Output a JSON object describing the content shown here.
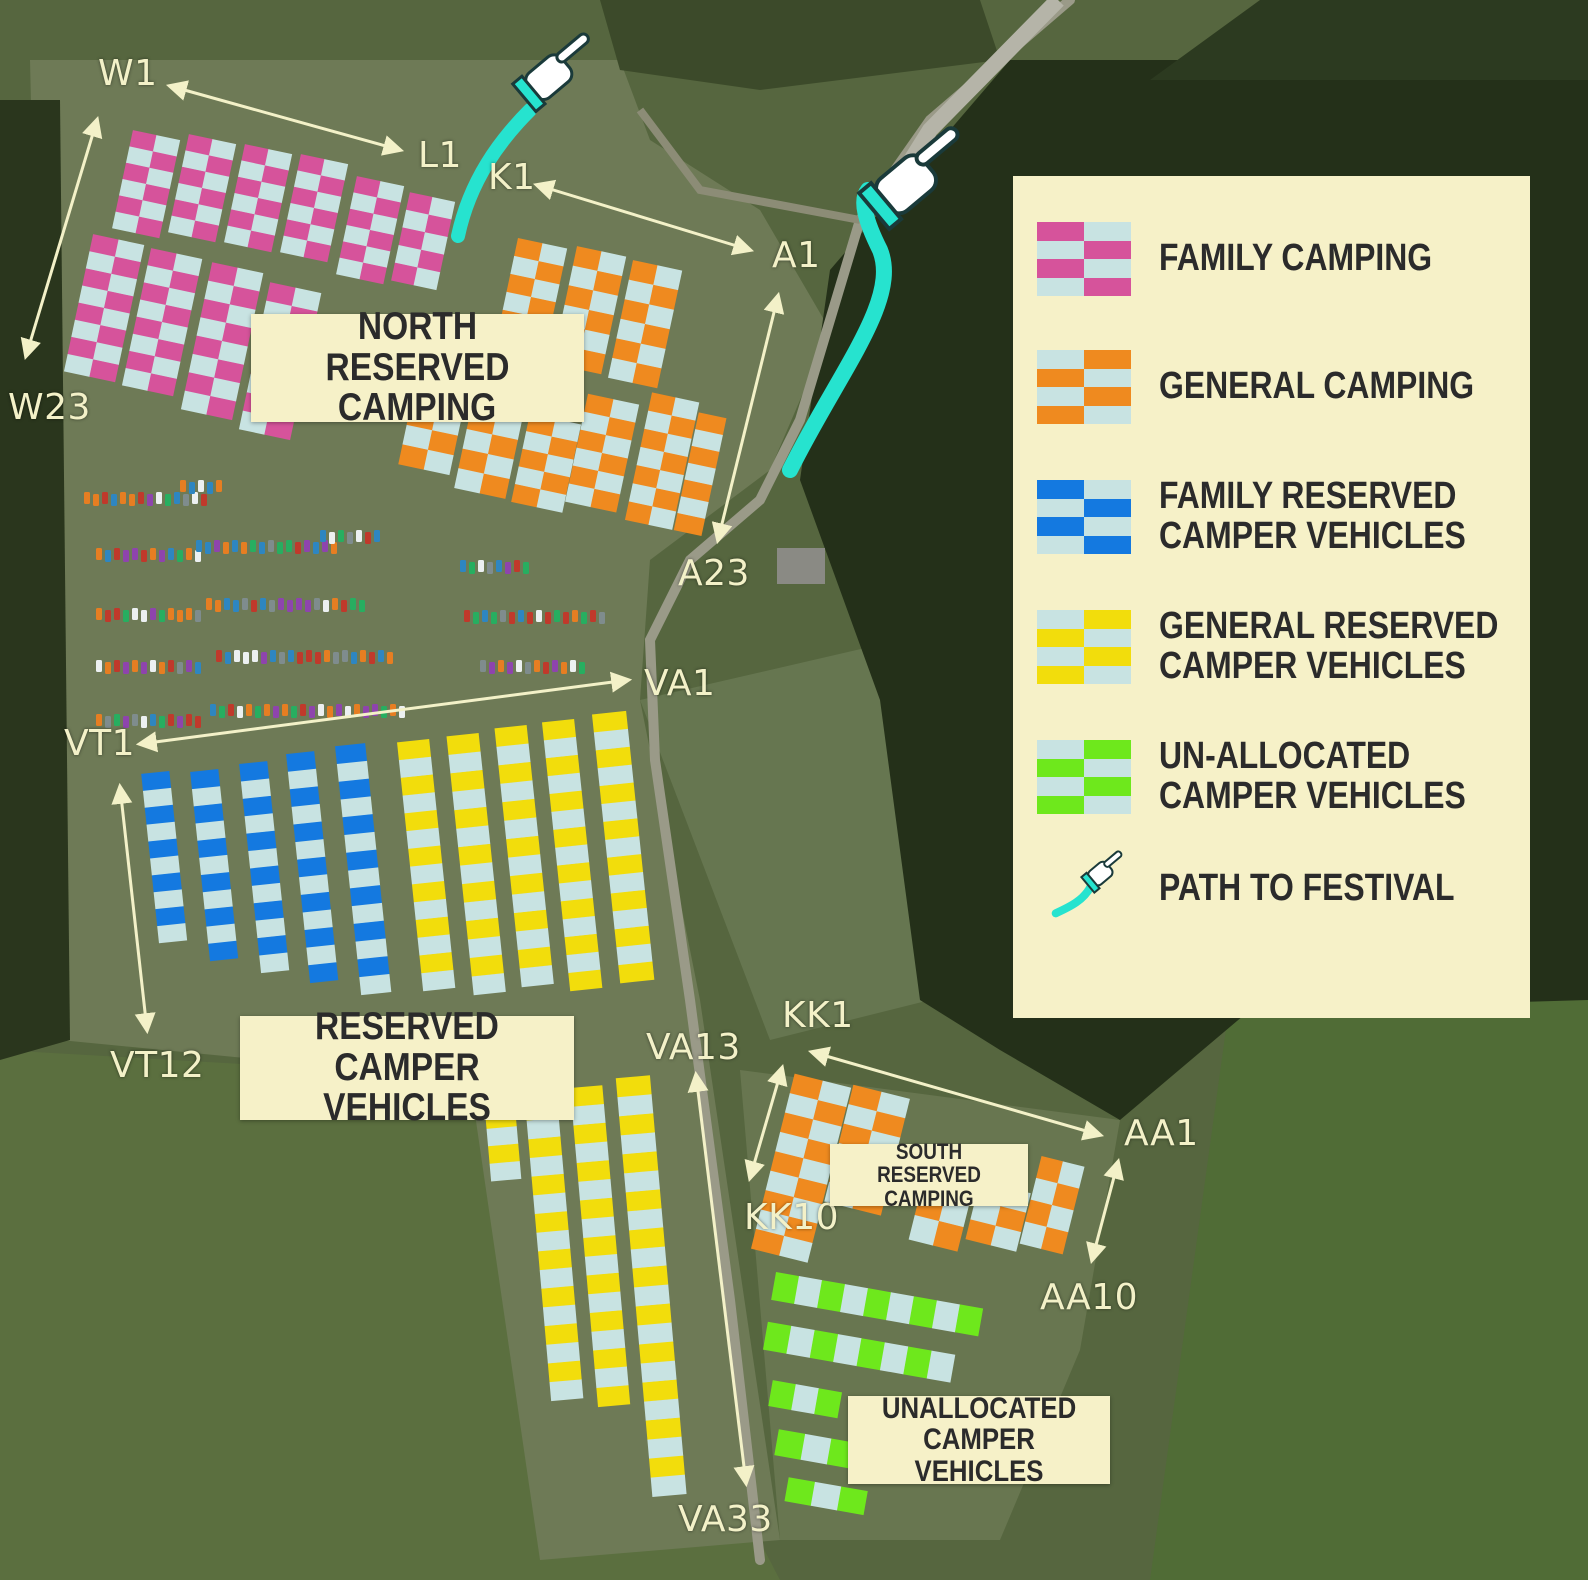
{
  "colors": {
    "family_camping": "#d6539b",
    "general_camping": "#ef8a1f",
    "family_reserved_camper": "#1479e0",
    "general_reserved_camper": "#f2dd0c",
    "unallocated_camper": "#6ee81c",
    "alt_cell": "#c8e3e2",
    "path": "#26e3cf",
    "label_bg": "#f6f1c8",
    "grid_label_text": "#f3f1c8"
  },
  "legend": {
    "items": [
      {
        "key": "family_camping",
        "lines": [
          "FAMILY CAMPING"
        ]
      },
      {
        "key": "general_camping",
        "lines": [
          "GENERAL CAMPING"
        ]
      },
      {
        "key": "family_reserved_camper",
        "lines": [
          "FAMILY RESERVED",
          "CAMPER VEHICLES"
        ]
      },
      {
        "key": "general_reserved_camper",
        "lines": [
          "GENERAL RESERVED",
          "CAMPER VEHICLES"
        ]
      },
      {
        "key": "unallocated_camper",
        "lines": [
          "UN-ALLOCATED",
          "CAMPER VEHICLES"
        ]
      },
      {
        "key": "path",
        "icon": "pointing-hand-icon",
        "lines": [
          "PATH TO FESTIVAL"
        ]
      }
    ]
  },
  "area_labels": {
    "north_reserved": [
      "NORTH RESERVED",
      "CAMPING"
    ],
    "reserved_camper": [
      "RESERVED",
      "CAMPER VEHICLES"
    ],
    "south_reserved": [
      "SOUTH RESERVED",
      "CAMPING"
    ],
    "unallocated": [
      "UNALLOCATED",
      "CAMPER VEHICLES"
    ]
  },
  "grid_labels": {
    "w1": "W1",
    "l1": "L1",
    "w23": "W23",
    "k1": "K1",
    "a1": "A1",
    "a23": "A23",
    "va1": "VA1",
    "vt1": "VT1",
    "vt12": "VT12",
    "va13": "VA13",
    "va33": "VA33",
    "kk1": "KK1",
    "kk10": "KK10",
    "aa1": "AA1",
    "aa10": "AA10"
  }
}
